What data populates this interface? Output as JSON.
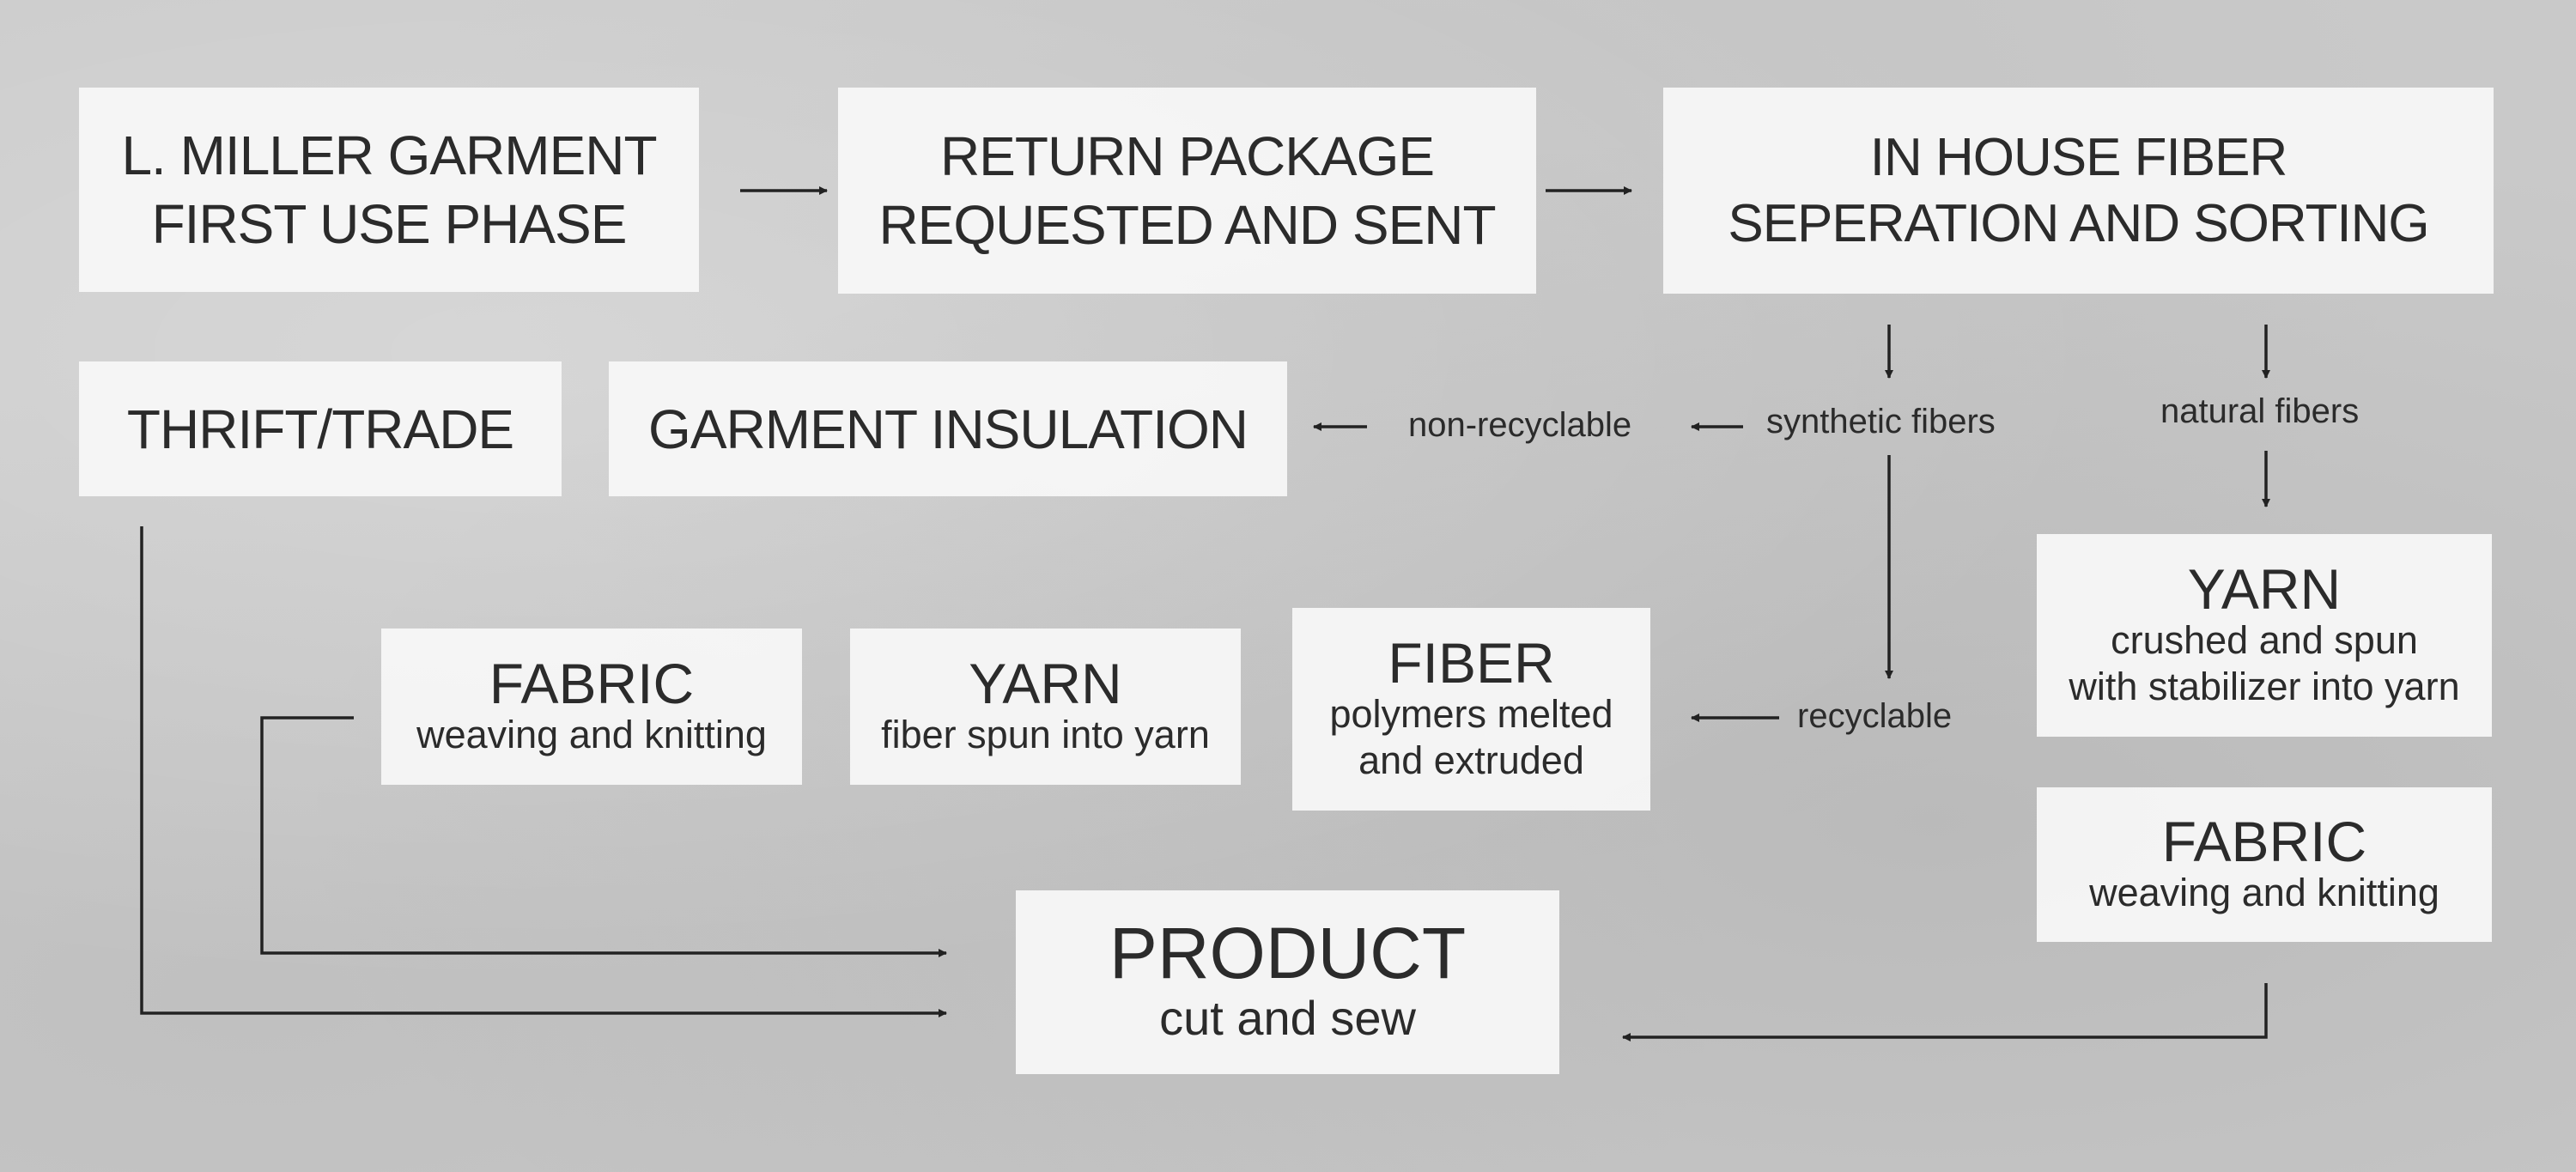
{
  "boxes": {
    "first_use": [
      "L. MILLER GARMENT",
      "FIRST USE PHASE"
    ],
    "return_package": [
      "RETURN PACKAGE",
      "REQUESTED AND SENT"
    ],
    "fiber_sorting": [
      "IN HOUSE FIBER",
      "SEPERATION AND SORTING"
    ],
    "thrift": "THRIFT/TRADE",
    "insulation": "GARMENT INSULATION",
    "fabric_left": {
      "head": "FABRIC",
      "sub": "weaving and knitting"
    },
    "yarn_mid": {
      "head": "YARN",
      "sub": "fiber spun into yarn"
    },
    "fiber": {
      "head": "FIBER",
      "sub": [
        "polymers melted",
        "and extruded"
      ]
    },
    "yarn_right": {
      "head": "YARN",
      "sub": [
        "crushed and spun",
        "with stabilizer into yarn"
      ]
    },
    "fabric_right": {
      "head": "FABRIC",
      "sub": "weaving and knitting"
    },
    "product": {
      "head": "PRODUCT",
      "sub": "cut and sew"
    }
  },
  "labels": {
    "non_recyclable": "non-recyclable",
    "synthetic": "synthetic fibers",
    "natural": "natural fibers",
    "recyclable": "recyclable"
  }
}
